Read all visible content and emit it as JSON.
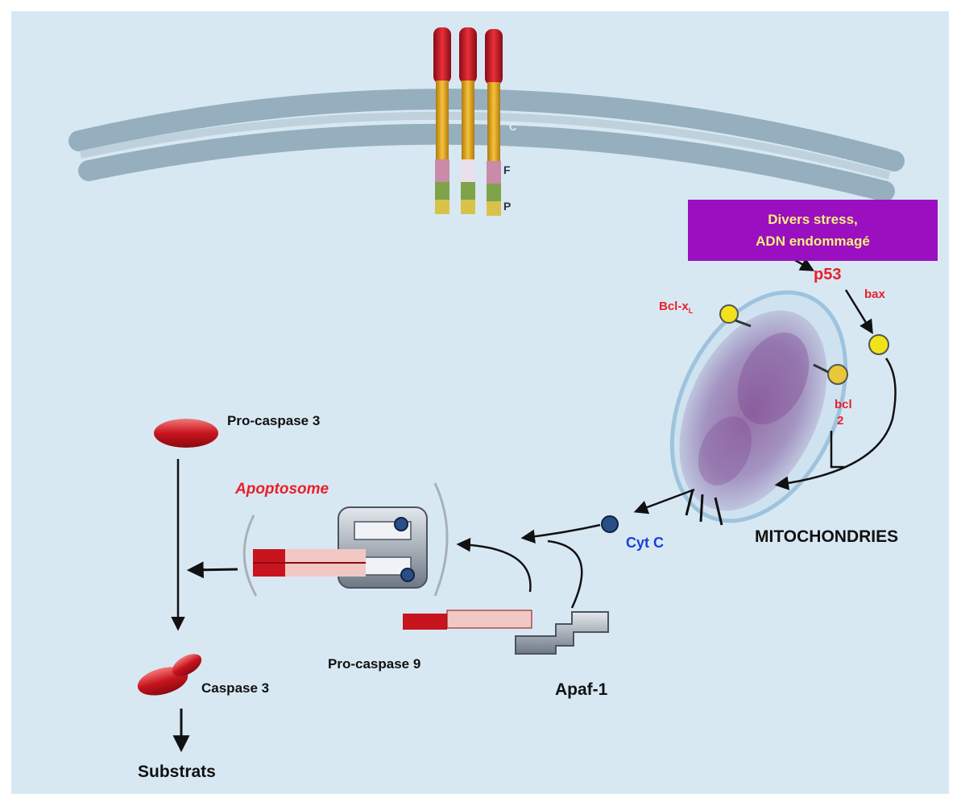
{
  "labels": {
    "stress_line1": "Divers stress,",
    "stress_line2": "ADN endommagé",
    "p53": "p53",
    "bax": "bax",
    "bclx_main": "Bcl-x",
    "bclx_sub": "L",
    "bcl2_line1": "bcl",
    "bcl2_line2": "2",
    "mitochondries": "MITOCHONDRIES",
    "cytc": "Cyt C",
    "apoptosome": "Apoptosome",
    "procaspase3": "Pro-caspase 3",
    "procaspase9": "Pro-caspase 9",
    "apaf1": "Apaf-1",
    "caspase3": "Caspase 3",
    "substrats": "Substrats",
    "receptor_c": "C",
    "receptor_f": "F",
    "receptor_p": "P"
  },
  "colors": {
    "background": "#d8e8f3",
    "stress_box": "#9a0fbf",
    "stress_text": "#f6f07a",
    "red_label": "#e8202a",
    "blue_label": "#1a3fd6",
    "caspase": "#c8141e",
    "protein_dot": "#f2e21a"
  },
  "icons": {
    "membrane": "lipid-bilayer",
    "receptor": "death-receptor",
    "mitochondrion": "mitochondrion",
    "apoptosome": "apoptosome-complex"
  }
}
